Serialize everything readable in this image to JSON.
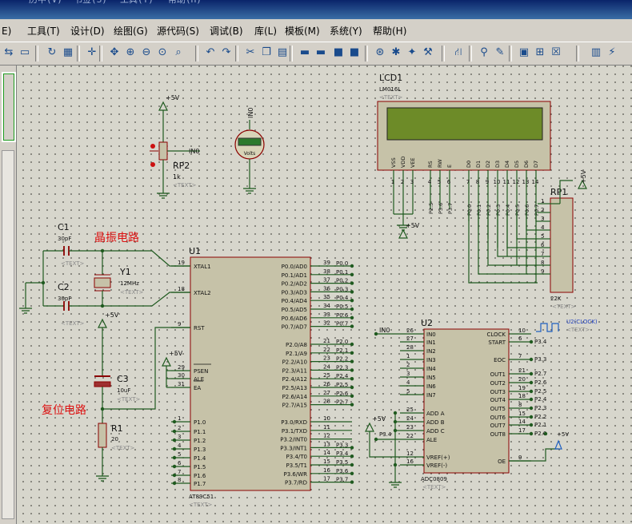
{
  "window": {
    "title_fragment": "ssional",
    "menu_ghost": [
      "历中(V)",
      "书签(S)",
      "工具(T)",
      "帮助(H)"
    ]
  },
  "menu": [
    "E)",
    "工具(T)",
    "设计(D)",
    "绘图(G)",
    "源代码(S)",
    "调试(B)",
    "库(L)",
    "模板(M)",
    "系统(Y)",
    "帮助(H)"
  ],
  "toolbar_icons": [
    "goto-sheet-icon",
    "page-icon",
    "refresh-icon",
    "grid-icon",
    "origin-icon",
    "pan-icon",
    "zoom-in-icon",
    "zoom-out-icon",
    "zoom-all-icon",
    "zoom-area-icon",
    "undo-icon",
    "redo-icon",
    "cut-icon",
    "copy-icon",
    "paste-icon",
    "block-copy-icon",
    "block-move-icon",
    "block-rotate-icon",
    "block-delete-icon",
    "pick-device-icon",
    "make-device-icon",
    "package-tool-icon",
    "decompose-icon",
    "wire-autoroute-icon",
    "search-icon",
    "property-tool-icon",
    "new-sheet-icon",
    "remove-sheet-icon",
    "delete-sheet-icon",
    "netlist-icon",
    "bom-icon"
  ],
  "schematic": {
    "vcc": "+5V",
    "gnd_rail_note": "",
    "text_placeholder": "<TEXT>",
    "rp2": {
      "ref": "RP2",
      "value": "1k",
      "net": "IN0"
    },
    "volt": {
      "net": "IN0",
      "label": "Volts"
    },
    "lcd": {
      "ref": "LCD1",
      "part": "LM016L",
      "pins": [
        "VSS",
        "VDD",
        "VEE",
        "RS",
        "RW",
        "E",
        "D0",
        "D1",
        "D2",
        "D3",
        "D4",
        "D5",
        "D6",
        "D7"
      ],
      "pin_numbers": [
        "1",
        "2",
        "3",
        "4",
        "5",
        "6",
        "7",
        "8",
        "9",
        "10",
        "11",
        "12",
        "13",
        "14"
      ],
      "nets_ctrl": [
        "P2.5",
        "P3.6",
        "P3.7"
      ],
      "nets_data": [
        "P0.0",
        "P0.1",
        "P0.2",
        "P0.3",
        "P0.4",
        "P0.5",
        "P0.6",
        "P0.7"
      ]
    },
    "rp1": {
      "ref": "RP1",
      "value": "22K",
      "pins": [
        "1",
        "2",
        "3",
        "4",
        "5",
        "6",
        "7",
        "8",
        "9"
      ]
    },
    "crystal": {
      "label": "晶振电路",
      "c1": "C1",
      "c1_val": "30pF",
      "c2": "C2",
      "c2_val": "30pF",
      "y1": "Y1",
      "y1_val": "12MHz"
    },
    "reset": {
      "label": "复位电路",
      "c3": "C3",
      "c3_val": "10uF",
      "r1": "R1",
      "r1_val": "20"
    },
    "u1": {
      "ref": "U1",
      "part": "AT89C51",
      "left_pins": [
        {
          "n": "19",
          "name": "XTAL1"
        },
        {
          "n": "18",
          "name": "XTAL2"
        },
        {
          "n": "9",
          "name": "RST"
        },
        {
          "n": "29",
          "name": "PSEN"
        },
        {
          "n": "30",
          "name": "ALE"
        },
        {
          "n": "31",
          "name": "EA"
        },
        {
          "n": "1",
          "name": "P1.0"
        },
        {
          "n": "2",
          "name": "P1.1"
        },
        {
          "n": "3",
          "name": "P1.2"
        },
        {
          "n": "4",
          "name": "P1.3"
        },
        {
          "n": "5",
          "name": "P1.4"
        },
        {
          "n": "6",
          "name": "P1.5"
        },
        {
          "n": "7",
          "name": "P1.6"
        },
        {
          "n": "8",
          "name": "P1.7"
        }
      ],
      "p0": [
        {
          "n": "39",
          "name": "P0.0/AD0",
          "net": "P0.0"
        },
        {
          "n": "38",
          "name": "P0.1/AD1",
          "net": "P0.1"
        },
        {
          "n": "37",
          "name": "P0.2/AD2",
          "net": "P0.2"
        },
        {
          "n": "36",
          "name": "P0.3/AD3",
          "net": "P0.3"
        },
        {
          "n": "35",
          "name": "P0.4/AD4",
          "net": "P0.4"
        },
        {
          "n": "34",
          "name": "P0.5/AD5",
          "net": "P0.5"
        },
        {
          "n": "33",
          "name": "P0.6/AD6",
          "net": "P0.6"
        },
        {
          "n": "32",
          "name": "P0.7/AD7",
          "net": "P0.7"
        }
      ],
      "p2": [
        {
          "n": "21",
          "name": "P2.0/A8",
          "net": "P2.0"
        },
        {
          "n": "22",
          "name": "P2.1/A9",
          "net": "P2.1"
        },
        {
          "n": "23",
          "name": "P2.2/A10",
          "net": "P2.2"
        },
        {
          "n": "24",
          "name": "P2.3/A11",
          "net": "P2.3"
        },
        {
          "n": "25",
          "name": "P2.4/A12",
          "net": "P2.4"
        },
        {
          "n": "26",
          "name": "P2.5/A13",
          "net": "P2.5"
        },
        {
          "n": "27",
          "name": "P2.6/A14",
          "net": "P2.6"
        },
        {
          "n": "28",
          "name": "P2.7/A15",
          "net": "P2.7"
        }
      ],
      "p3": [
        {
          "n": "10",
          "name": "P3.0/RXD",
          "net": ""
        },
        {
          "n": "11",
          "name": "P3.1/TXD",
          "net": ""
        },
        {
          "n": "12",
          "name": "P3.2/INT0",
          "net": ""
        },
        {
          "n": "13",
          "name": "P3.3/INT1",
          "net": "P3.3"
        },
        {
          "n": "14",
          "name": "P3.4/T0",
          "net": "P3.4"
        },
        {
          "n": "15",
          "name": "P3.5/T1",
          "net": "P3.5"
        },
        {
          "n": "16",
          "name": "P3.6/WR",
          "net": "P3.6"
        },
        {
          "n": "17",
          "name": "P3.7/RD",
          "net": "P3.7"
        }
      ]
    },
    "u2": {
      "ref": "U2",
      "part": "ADC0809",
      "clock": "U2(CLOCK)",
      "left_pins": [
        {
          "n": "26",
          "name": "IN0"
        },
        {
          "n": "27",
          "name": "IN1"
        },
        {
          "n": "28",
          "name": "IN2"
        },
        {
          "n": "1",
          "name": "IN3"
        },
        {
          "n": "2",
          "name": "IN4"
        },
        {
          "n": "3",
          "name": "IN5"
        },
        {
          "n": "4",
          "name": "IN6"
        },
        {
          "n": "5",
          "name": "IN7"
        },
        {
          "n": "25",
          "name": "ADD A"
        },
        {
          "n": "24",
          "name": "ADD B"
        },
        {
          "n": "23",
          "name": "ADD C"
        },
        {
          "n": "22",
          "name": "ALE"
        },
        {
          "n": "12",
          "name": "VREF(+)"
        },
        {
          "n": "16",
          "name": "VREF(-)"
        }
      ],
      "right_pins": [
        {
          "n": "10",
          "name": "CLOCK",
          "net": ""
        },
        {
          "n": "6",
          "name": "START",
          "net": "P3.4"
        },
        {
          "n": "7",
          "name": "EOC",
          "net": "P3.3"
        },
        {
          "n": "21",
          "name": "OUT1",
          "net": "P2.7"
        },
        {
          "n": "20",
          "name": "OUT2",
          "net": "P2.6"
        },
        {
          "n": "19",
          "name": "OUT3",
          "net": "P2.5"
        },
        {
          "n": "18",
          "name": "OUT4",
          "net": "P2.4"
        },
        {
          "n": "8",
          "name": "OUT5",
          "net": "P2.3"
        },
        {
          "n": "15",
          "name": "OUT6",
          "net": "P2.2"
        },
        {
          "n": "14",
          "name": "OUT7",
          "net": "P2.1"
        },
        {
          "n": "17",
          "name": "OUT8",
          "net": "P2.0"
        },
        {
          "n": "9",
          "name": "OE",
          "net": ""
        }
      ],
      "in0_net": "IN0",
      "ale_net": "P3.4"
    }
  },
  "colors": {
    "wire": "#1f5a1f",
    "part_outline": "#8b0000",
    "part_fill": "#c6c2a8",
    "pin_text": "#101010",
    "label_red": "#dd1111"
  }
}
